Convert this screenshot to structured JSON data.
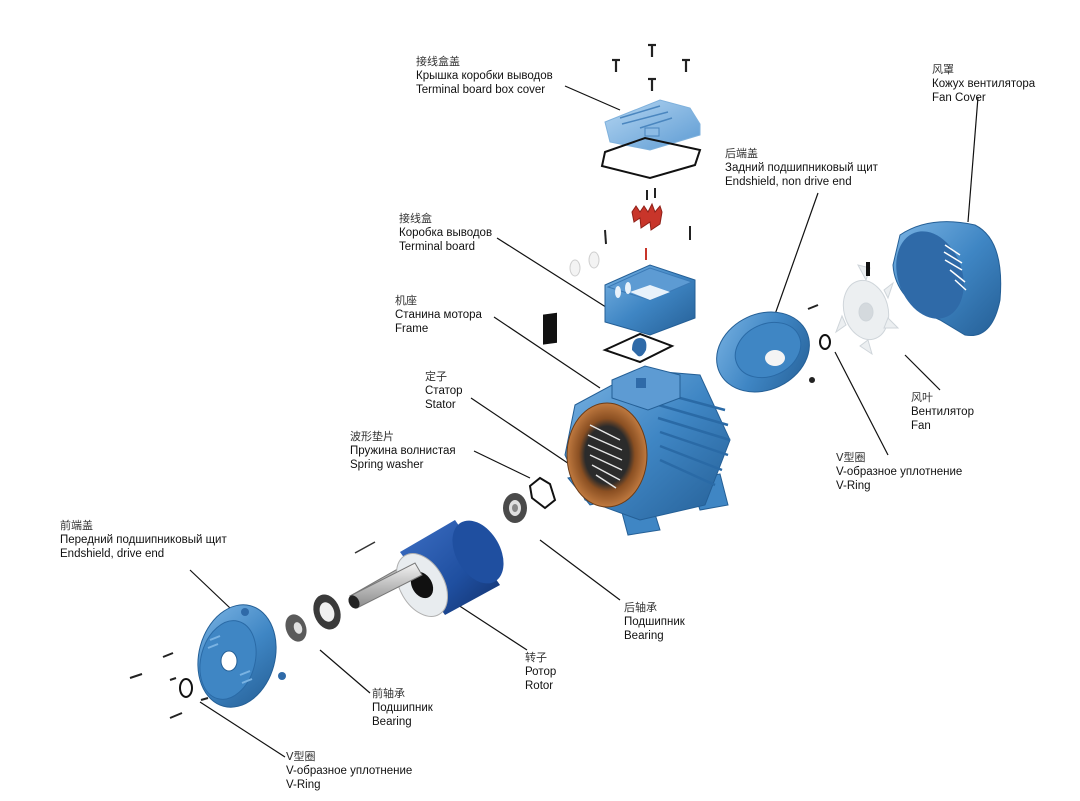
{
  "diagram": {
    "title": "Electric motor exploded view",
    "colors": {
      "housing_blue": "#3f86c4",
      "housing_light": "#6aa8dc",
      "housing_dark": "#245f95",
      "rotor_blue": "#1f4fa0",
      "copper": "#a0622f",
      "terminal_red": "#c8352a",
      "fan_white": "#e8ecef",
      "leader": "#111111"
    },
    "labels": [
      {
        "id": "terminal-box-cover",
        "zh": "接线盒盖",
        "ru": "Крышка коробки выводов",
        "en": "Terminal board box cover"
      },
      {
        "id": "fan-cover",
        "zh": "风罩",
        "ru": "Кожух вентилятора",
        "en": "Fan Cover"
      },
      {
        "id": "endshield-nde",
        "zh": "后端盖",
        "ru": "Задний подшипниковый щит",
        "en": "Endshield, non drive end"
      },
      {
        "id": "terminal-board",
        "zh": "接线盒",
        "ru": "Коробка выводов",
        "en": "Terminal board"
      },
      {
        "id": "frame",
        "zh": "机座",
        "ru": "Станина мотора",
        "en": "Frame"
      },
      {
        "id": "stator",
        "zh": "定子",
        "ru": "Статор",
        "en": "Stator"
      },
      {
        "id": "spring-washer",
        "zh": "波形垫片",
        "ru": "Пружина волнистая",
        "en": "Spring washer"
      },
      {
        "id": "fan",
        "zh": "风叶",
        "ru": "Вентилятор",
        "en": "Fan"
      },
      {
        "id": "v-ring-nde",
        "zh": "V型圈",
        "ru": "V-образное уплотнение",
        "en": "V-Ring"
      },
      {
        "id": "endshield-de",
        "zh": "前端盖",
        "ru": "Передний подшипниковый щит",
        "en": "Endshield, drive end"
      },
      {
        "id": "bearing-nde",
        "zh": "后轴承",
        "ru": "Подшипник",
        "en": "Bearing"
      },
      {
        "id": "rotor",
        "zh": "转子",
        "ru": "Ротор",
        "en": "Rotor"
      },
      {
        "id": "bearing-de",
        "zh": "前轴承",
        "ru": "Подшипник",
        "en": "Bearing"
      },
      {
        "id": "v-ring-de",
        "zh": "V型圈",
        "ru": "V-образное уплотнение",
        "en": "V-Ring"
      }
    ]
  }
}
